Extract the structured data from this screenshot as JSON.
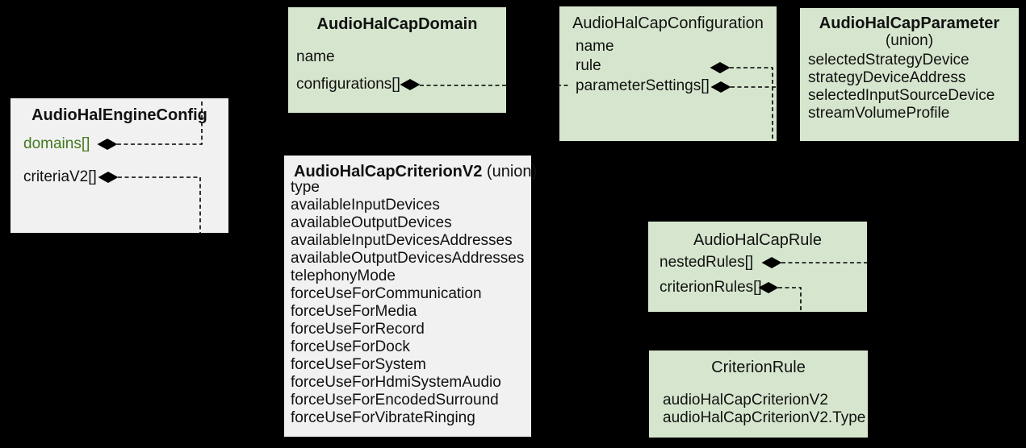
{
  "colors": {
    "background": "#000000",
    "box_green": "#d6e6ce",
    "box_gray": "#f1f1f2",
    "text": "#111111",
    "accent_green": "#44791d",
    "connector": "#000000"
  },
  "boxes": {
    "engine": {
      "title": "AudioHalEngineConfig",
      "fields": [
        "domains[]",
        "criteriaV2[]"
      ]
    },
    "domain": {
      "title": "AudioHalCapDomain",
      "fields": [
        "name",
        "configurations[]"
      ]
    },
    "configuration": {
      "title": "AudioHalCapConfiguration",
      "fields": [
        "name",
        "rule",
        "parameterSettings[]"
      ]
    },
    "parameter": {
      "title": "AudioHalCapParameter",
      "subtitle": "(union)",
      "fields": [
        "selectedStrategyDevice",
        "strategyDeviceAddress",
        "selectedInputSourceDevice",
        "streamVolumeProfile"
      ]
    },
    "criterionV2": {
      "title": "AudioHalCapCriterionV2",
      "title_suffix": " (union)",
      "fields": [
        "type",
        "availableInputDevices",
        "availableOutputDevices",
        "availableInputDevicesAddresses",
        "availableOutputDevicesAddresses",
        "telephonyMode",
        "forceUseForCommunication",
        "forceUseForMedia",
        "forceUseForRecord",
        "forceUseForDock",
        "forceUseForSystem",
        "forceUseForHdmiSystemAudio",
        "forceUseForEncodedSurround",
        "forceUseForVibrateRinging"
      ]
    },
    "rule": {
      "title": "AudioHalCapRule",
      "fields": [
        "nestedRules[]",
        "criterionRules[]"
      ]
    },
    "criterionRule": {
      "title": "CriterionRule",
      "fields": [
        "audioHalCapCriterionV2",
        "audioHalCapCriterionV2.Type"
      ]
    }
  }
}
